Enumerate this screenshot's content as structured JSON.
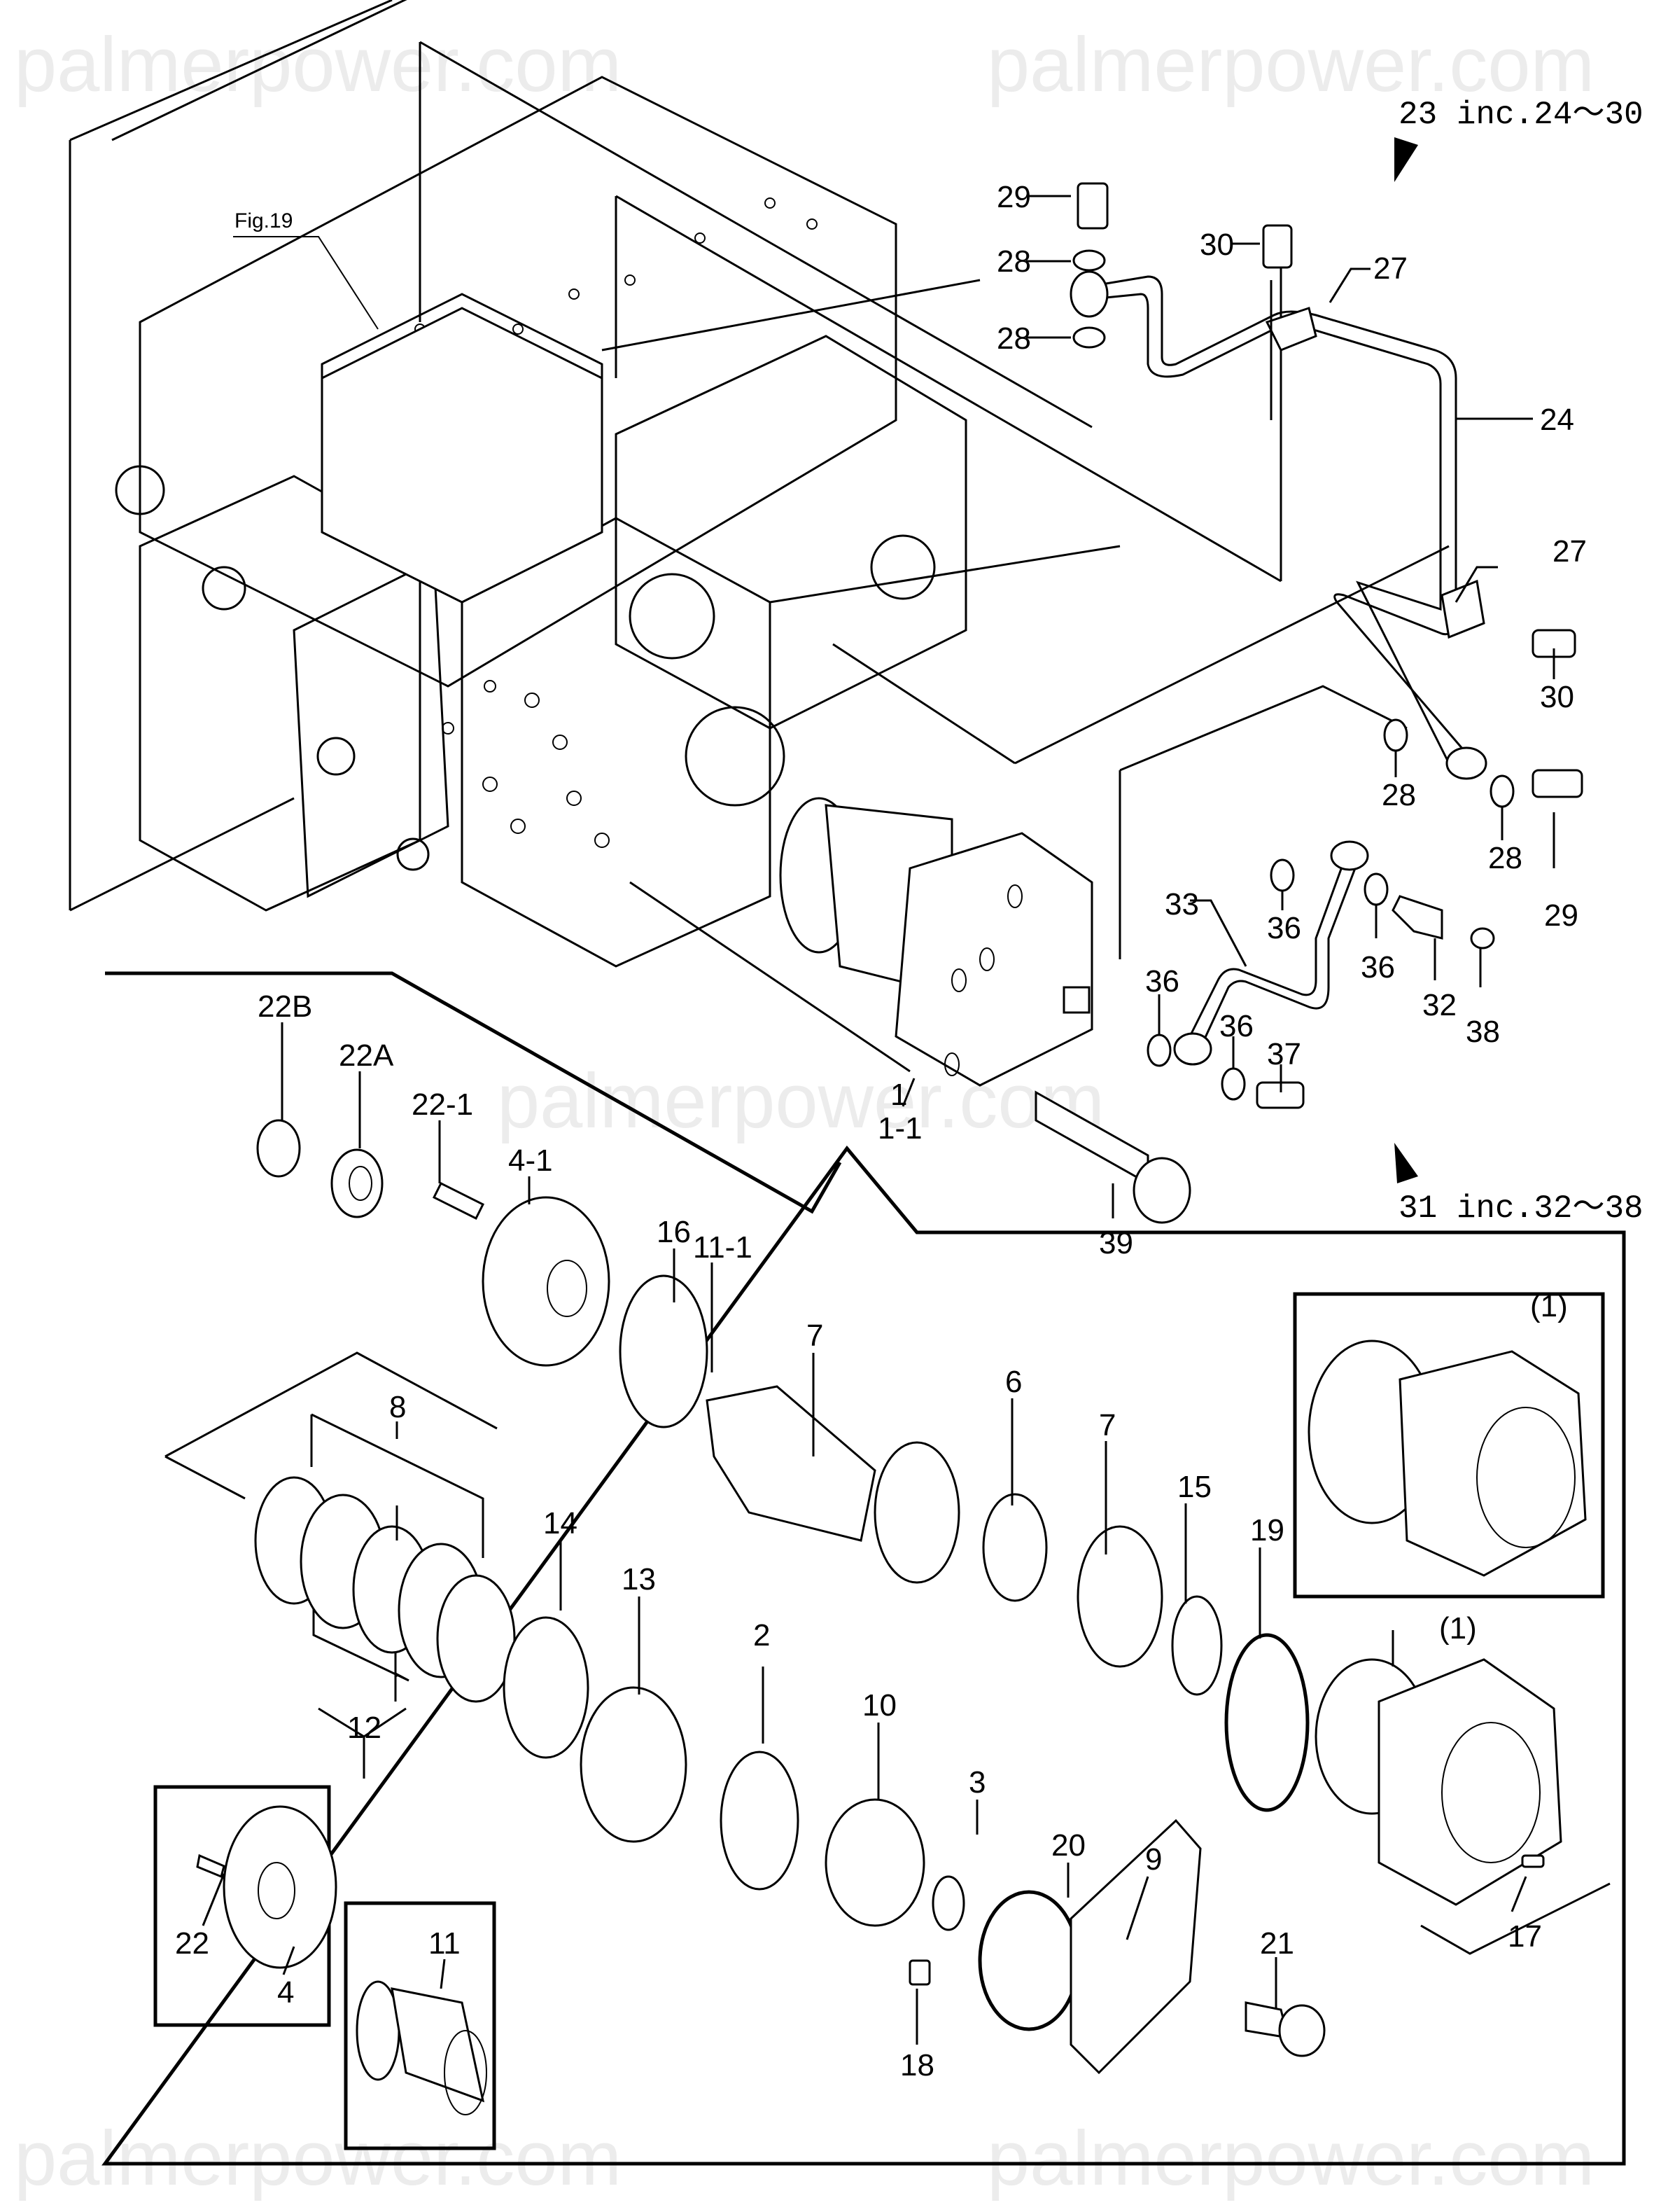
{
  "watermark": {
    "text": "palmerpower.com"
  },
  "reference": {
    "fig_label": "Fig.19"
  },
  "assembly_notes": [
    {
      "id": "23",
      "text": "23 inc.24～30"
    },
    {
      "id": "31",
      "text": "31 inc.32～38"
    }
  ],
  "callouts": {
    "p1": "1",
    "p1_1": "1-1",
    "p2": "2",
    "p3": "3",
    "p4": "4",
    "p4_1": "4-1",
    "p6": "6",
    "p7a": "7",
    "p7b": "7",
    "p8": "8",
    "p9": "9",
    "p10": "10",
    "p11": "11",
    "p11_1": "11-1",
    "p12": "12",
    "p13": "13",
    "p14": "14",
    "p15": "15",
    "p16": "16",
    "p17": "17",
    "p18": "18",
    "p19": "19",
    "p20": "20",
    "p21": "21",
    "p22": "22",
    "p22_1": "22-1",
    "p22A": "22A",
    "p22B": "22B",
    "p24": "24",
    "p27a": "27",
    "p27b": "27",
    "p28a": "28",
    "p28b": "28",
    "p28c": "28",
    "p28d": "28",
    "p29a": "29",
    "p29b": "29",
    "p30a": "30",
    "p30b": "30",
    "p32": "32",
    "p33": "33",
    "p36a": "36",
    "p36b": "36",
    "p36c": "36",
    "p36d": "36",
    "p37": "37",
    "p38": "38",
    "p39": "39",
    "inset1a": "(1)",
    "inset1b": "(1)"
  }
}
